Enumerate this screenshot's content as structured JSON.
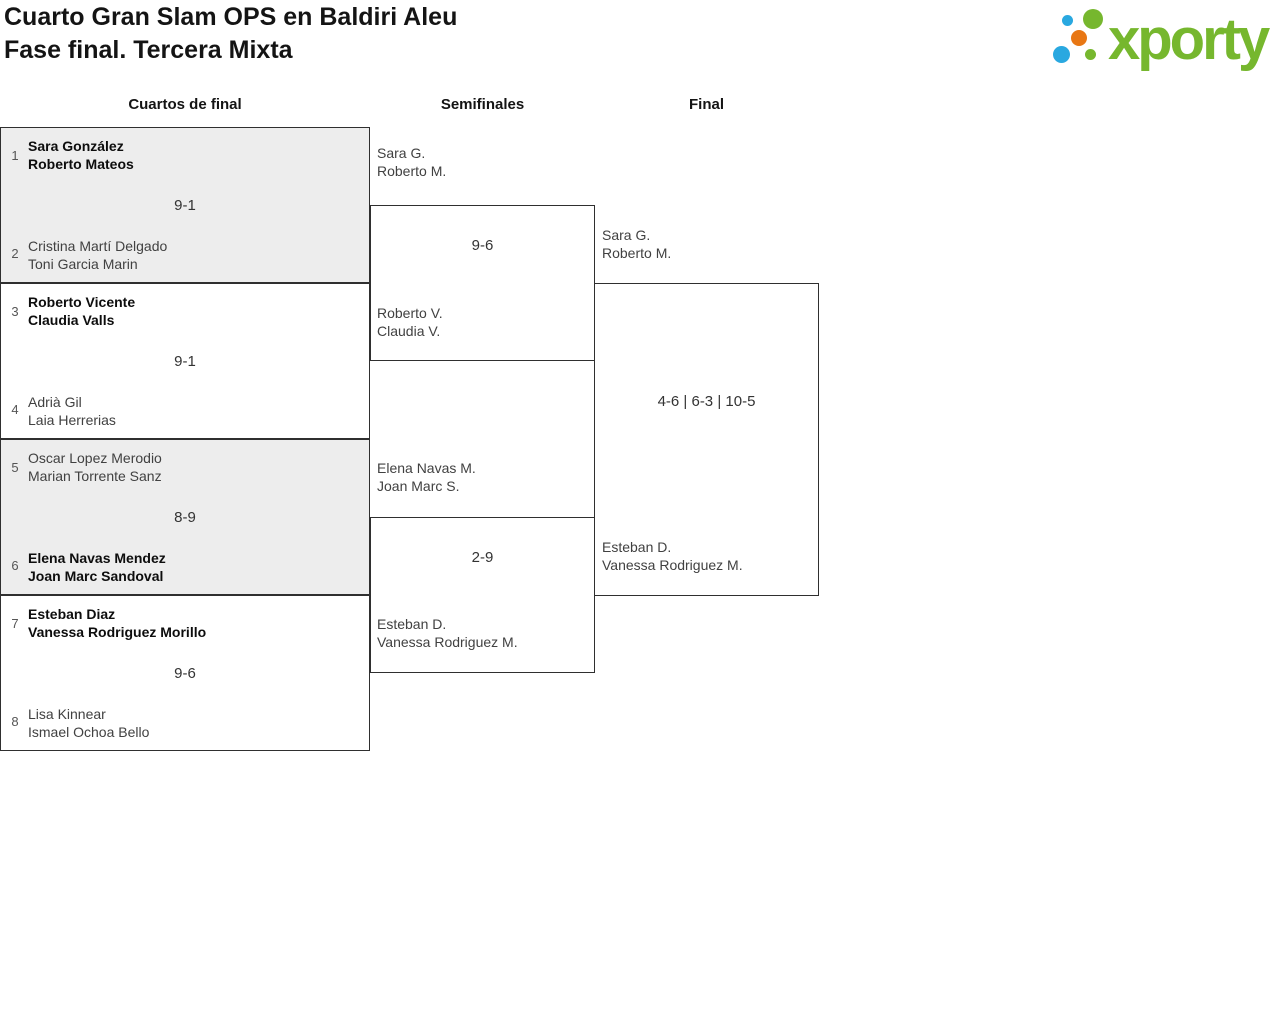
{
  "page": {
    "title_line1": "Cuarto Gran Slam OPS en Baldiri Aleu",
    "title_line2": "Fase final. Tercera Mixta"
  },
  "logo": {
    "text": "xporty",
    "green": "#76b72e",
    "blue": "#29a8e0",
    "orange": "#e87714"
  },
  "bracket": {
    "round_headers": [
      "Cuartos de final",
      "Semifinales",
      "Final"
    ],
    "quarterfinals": [
      {
        "seed_top": "1",
        "team_top": [
          "Sara González",
          "Roberto Mateos"
        ],
        "score": "9-1",
        "seed_bottom": "2",
        "team_bottom": [
          "Cristina Martí Delgado",
          "Toni Garcia Marin"
        ],
        "winner": "top"
      },
      {
        "seed_top": "3",
        "team_top": [
          "Roberto Vicente",
          "Claudia Valls"
        ],
        "score": "9-1",
        "seed_bottom": "4",
        "team_bottom": [
          "Adrià Gil",
          "Laia Herrerias"
        ],
        "winner": "top"
      },
      {
        "seed_top": "5",
        "team_top": [
          "Oscar Lopez Merodio",
          "Marian Torrente Sanz"
        ],
        "score": "8-9",
        "seed_bottom": "6",
        "team_bottom": [
          "Elena Navas Mendez",
          "Joan Marc Sandoval"
        ],
        "winner": "bottom"
      },
      {
        "seed_top": "7",
        "team_top": [
          "Esteban Diaz",
          "Vanessa Rodriguez Morillo"
        ],
        "score": "9-6",
        "seed_bottom": "8",
        "team_bottom": [
          "Lisa Kinnear",
          "Ismael Ochoa Bello"
        ],
        "winner": "top"
      }
    ],
    "semifinals": [
      {
        "team_top": [
          "Sara G.",
          "Roberto M."
        ],
        "score": "9-6",
        "team_bottom": [
          "Roberto V.",
          "Claudia V."
        ],
        "winner": "top"
      },
      {
        "team_top": [
          "Elena Navas M.",
          "Joan Marc S."
        ],
        "score": "2-9",
        "team_bottom": [
          "Esteban D.",
          "Vanessa Rodriguez M."
        ],
        "winner": "bottom"
      }
    ],
    "final": {
      "team_top": [
        "Sara G.",
        "Roberto M."
      ],
      "score": "4-6 | 6-3 | 10-5",
      "team_bottom": [
        "Esteban D.",
        "Vanessa Rodriguez M."
      ],
      "winner": "top"
    }
  }
}
